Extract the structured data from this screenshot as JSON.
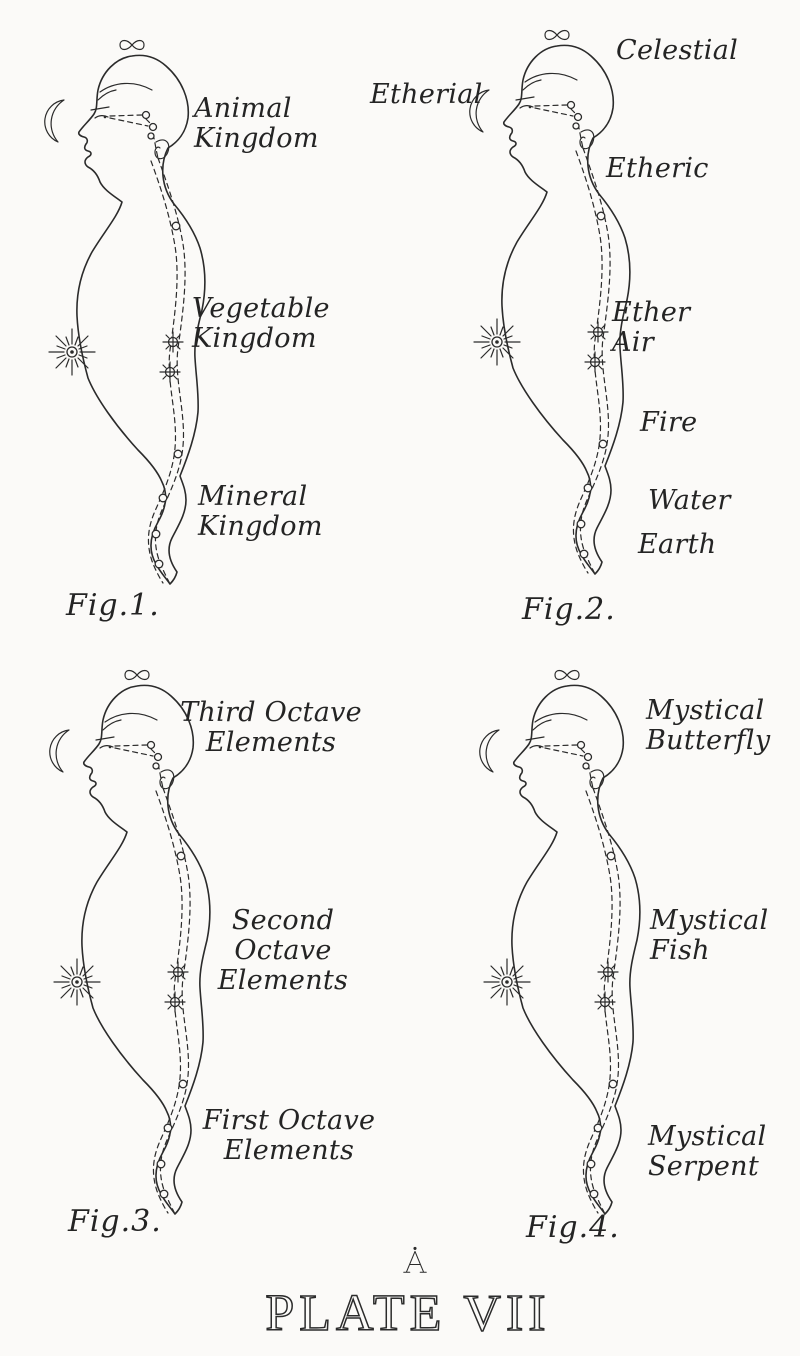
{
  "colors": {
    "paper": "#fbfaf8",
    "ink": "#2b2b2b"
  },
  "plate": {
    "title": "PLATE VII",
    "monogram": "A"
  },
  "figures": [
    {
      "id": "fig1",
      "caption": "Fig.1.",
      "labels": [
        {
          "name": "animal-kingdom",
          "text": "Animal\nKingdom"
        },
        {
          "name": "vegetable-kingdom",
          "text": "Vegetable\nKingdom"
        },
        {
          "name": "mineral-kingdom",
          "text": "Mineral\nKingdom"
        }
      ]
    },
    {
      "id": "fig2",
      "caption": "Fig.2.",
      "labels": [
        {
          "name": "celestial",
          "text": "Celestial"
        },
        {
          "name": "etherial",
          "text": "Etherial"
        },
        {
          "name": "etheric",
          "text": "Etheric"
        },
        {
          "name": "ether-air",
          "text": "Ether\nAir"
        },
        {
          "name": "fire",
          "text": "Fire"
        },
        {
          "name": "water",
          "text": "Water"
        },
        {
          "name": "earth",
          "text": "Earth"
        }
      ]
    },
    {
      "id": "fig3",
      "caption": "Fig.3.",
      "labels": [
        {
          "name": "third-octave-elements",
          "text": "Third Octave\nElements"
        },
        {
          "name": "second-octave-elements",
          "text": "Second Octave\nElements"
        },
        {
          "name": "first-octave-elements",
          "text": "First Octave\nElements"
        }
      ]
    },
    {
      "id": "fig4",
      "caption": "Fig.4.",
      "labels": [
        {
          "name": "mystical-butterfly",
          "text": "Mystical\nButterfly"
        },
        {
          "name": "mystical-fish",
          "text": "Mystical\nFish"
        },
        {
          "name": "mystical-serpent",
          "text": "Mystical\nSerpent"
        }
      ]
    }
  ]
}
